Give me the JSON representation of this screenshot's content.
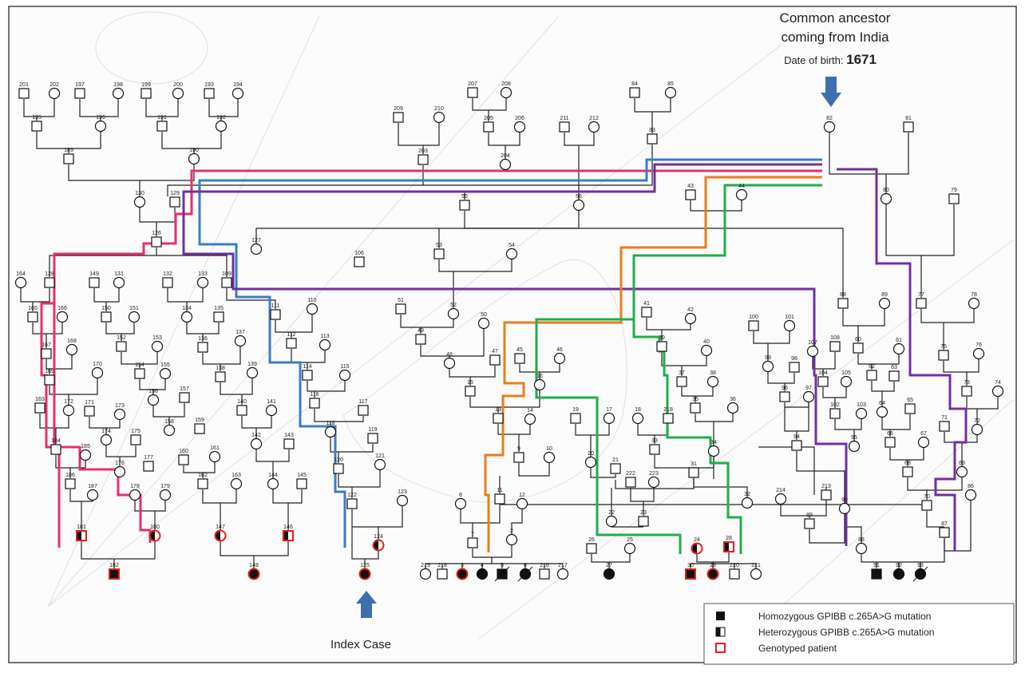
{
  "header": {
    "ancestor_line1": "Common ancestor",
    "ancestor_line2": "coming from India",
    "dob_label": "Date of birth: ",
    "dob_value": "1671"
  },
  "index_case_label": "Index Case",
  "legend": {
    "items": [
      {
        "symbol": "homozygous",
        "label": "Homozygous GPIBB c.265A>G mutation"
      },
      {
        "symbol": "heterozygous",
        "label": "Heterozygous GPIBB c.265A>G mutation"
      },
      {
        "symbol": "genotyped",
        "label": "Genotyped patient"
      }
    ]
  },
  "colors": {
    "blue": "#3a7dc9",
    "purple": "#7030a0",
    "pink": "#e6306e",
    "orange": "#ea7d1a",
    "green": "#1fae4b",
    "arrow": "#3d6fb0",
    "genotyped": "#e0201a"
  },
  "individuals": [
    {
      "id": "201",
      "s": "M"
    },
    {
      "id": "202",
      "s": "F"
    },
    {
      "id": "197",
      "s": "M"
    },
    {
      "id": "198",
      "s": "F"
    },
    {
      "id": "199",
      "s": "M"
    },
    {
      "id": "200",
      "s": "F"
    },
    {
      "id": "193",
      "s": "M"
    },
    {
      "id": "194",
      "s": "F"
    },
    {
      "id": "195",
      "s": "M"
    },
    {
      "id": "196",
      "s": "F"
    },
    {
      "id": "191",
      "s": "M"
    },
    {
      "id": "192",
      "s": "F"
    },
    {
      "id": "189",
      "s": "M"
    },
    {
      "id": "190",
      "s": "F"
    },
    {
      "id": "130",
      "s": "F"
    },
    {
      "id": "129",
      "s": "M"
    },
    {
      "id": "207",
      "s": "M"
    },
    {
      "id": "208",
      "s": "F"
    },
    {
      "id": "209",
      "s": "M"
    },
    {
      "id": "210",
      "s": "F"
    },
    {
      "id": "205",
      "s": "M"
    },
    {
      "id": "206",
      "s": "F"
    },
    {
      "id": "203",
      "s": "M"
    },
    {
      "id": "204",
      "s": "F"
    },
    {
      "id": "211",
      "s": "M"
    },
    {
      "id": "212",
      "s": "F"
    },
    {
      "id": "84",
      "s": "M"
    },
    {
      "id": "85",
      "s": "F"
    },
    {
      "id": "83",
      "s": "M"
    },
    {
      "id": "82",
      "s": "F"
    },
    {
      "id": "81",
      "s": "M"
    },
    {
      "id": "80",
      "s": "F"
    },
    {
      "id": "79",
      "s": "M"
    },
    {
      "id": "43",
      "s": "M"
    },
    {
      "id": "44",
      "s": "F"
    },
    {
      "id": "55",
      "s": "M"
    },
    {
      "id": "56",
      "s": "F"
    },
    {
      "id": "126",
      "s": "M"
    },
    {
      "id": "127",
      "s": "F"
    },
    {
      "id": "53",
      "s": "M"
    },
    {
      "id": "54",
      "s": "F"
    },
    {
      "id": "106",
      "s": "M"
    },
    {
      "id": "164",
      "s": "F"
    },
    {
      "id": "128",
      "s": "M"
    },
    {
      "id": "149",
      "s": "M"
    },
    {
      "id": "131",
      "s": "F"
    },
    {
      "id": "132",
      "s": "M"
    },
    {
      "id": "133",
      "s": "F"
    },
    {
      "id": "109",
      "s": "M"
    },
    {
      "id": "165",
      "s": "M"
    },
    {
      "id": "166",
      "s": "F"
    },
    {
      "id": "150",
      "s": "M"
    },
    {
      "id": "151",
      "s": "F"
    },
    {
      "id": "134",
      "s": "F"
    },
    {
      "id": "135",
      "s": "M"
    },
    {
      "id": "111",
      "s": "M"
    },
    {
      "id": "110",
      "s": "F"
    },
    {
      "id": "51",
      "s": "M"
    },
    {
      "id": "52",
      "s": "F"
    },
    {
      "id": "88",
      "s": "M"
    },
    {
      "id": "89",
      "s": "F"
    },
    {
      "id": "77",
      "s": "M"
    },
    {
      "id": "78",
      "s": "F"
    },
    {
      "id": "41",
      "s": "M"
    },
    {
      "id": "42",
      "s": "F"
    },
    {
      "id": "100",
      "s": "M"
    },
    {
      "id": "101",
      "s": "F"
    },
    {
      "id": "167",
      "s": "M"
    },
    {
      "id": "168",
      "s": "F"
    },
    {
      "id": "152",
      "s": "M"
    },
    {
      "id": "153",
      "s": "F"
    },
    {
      "id": "136",
      "s": "M"
    },
    {
      "id": "137",
      "s": "F"
    },
    {
      "id": "112",
      "s": "M"
    },
    {
      "id": "113",
      "s": "F"
    },
    {
      "id": "49",
      "s": "M"
    },
    {
      "id": "50",
      "s": "F"
    },
    {
      "id": "39",
      "s": "M"
    },
    {
      "id": "40",
      "s": "F"
    },
    {
      "id": "107",
      "s": "F"
    },
    {
      "id": "108",
      "s": "M"
    },
    {
      "id": "60",
      "s": "M"
    },
    {
      "id": "61",
      "s": "F"
    },
    {
      "id": "75",
      "s": "M"
    },
    {
      "id": "76",
      "s": "F"
    },
    {
      "id": "169",
      "s": "M"
    },
    {
      "id": "170",
      "s": "F"
    },
    {
      "id": "154",
      "s": "M"
    },
    {
      "id": "155",
      "s": "F"
    },
    {
      "id": "138",
      "s": "M"
    },
    {
      "id": "139",
      "s": "F"
    },
    {
      "id": "114",
      "s": "M"
    },
    {
      "id": "115",
      "s": "F"
    },
    {
      "id": "48",
      "s": "F"
    },
    {
      "id": "47",
      "s": "M"
    },
    {
      "id": "45",
      "s": "M"
    },
    {
      "id": "46",
      "s": "F"
    },
    {
      "id": "37",
      "s": "M"
    },
    {
      "id": "38",
      "s": "F"
    },
    {
      "id": "99",
      "s": "F"
    },
    {
      "id": "98",
      "s": "M"
    },
    {
      "id": "104",
      "s": "M"
    },
    {
      "id": "105",
      "s": "F"
    },
    {
      "id": "62",
      "s": "M"
    },
    {
      "id": "63",
      "s": "M"
    },
    {
      "id": "73",
      "s": "M"
    },
    {
      "id": "74",
      "s": "F"
    },
    {
      "id": "163",
      "s": "M"
    },
    {
      "id": "172",
      "s": "F"
    },
    {
      "id": "156",
      "s": "F"
    },
    {
      "id": "157",
      "s": "M"
    },
    {
      "id": "140",
      "s": "M"
    },
    {
      "id": "141",
      "s": "F"
    },
    {
      "id": "116",
      "s": "M"
    },
    {
      "id": "117",
      "s": "M"
    },
    {
      "id": "15",
      "s": "M"
    },
    {
      "id": "16",
      "s": "F"
    },
    {
      "id": "35",
      "s": "M"
    },
    {
      "id": "36",
      "s": "F"
    },
    {
      "id": "96",
      "s": "M"
    },
    {
      "id": "97",
      "s": "F"
    },
    {
      "id": "102",
      "s": "M"
    },
    {
      "id": "103",
      "s": "F"
    },
    {
      "id": "64",
      "s": "F"
    },
    {
      "id": "65",
      "s": "M"
    },
    {
      "id": "171",
      "s": "M"
    },
    {
      "id": "173",
      "s": "F"
    },
    {
      "id": "158",
      "s": "F"
    },
    {
      "id": "159",
      "s": "M"
    },
    {
      "id": "13",
      "s": "M"
    },
    {
      "id": "14",
      "s": "F"
    },
    {
      "id": "19",
      "s": "M"
    },
    {
      "id": "17",
      "s": "F"
    },
    {
      "id": "18",
      "s": "F"
    },
    {
      "id": "218",
      "s": "M"
    },
    {
      "id": "71",
      "s": "M"
    },
    {
      "id": "72",
      "s": "F"
    },
    {
      "id": "174",
      "s": "F"
    },
    {
      "id": "175",
      "s": "M"
    },
    {
      "id": "160",
      "s": "M"
    },
    {
      "id": "161",
      "s": "F"
    },
    {
      "id": "142",
      "s": "F"
    },
    {
      "id": "143",
      "s": "M"
    },
    {
      "id": "118",
      "s": "F"
    },
    {
      "id": "119",
      "s": "M"
    },
    {
      "id": "34",
      "s": "F"
    },
    {
      "id": "95",
      "s": "F"
    },
    {
      "id": "94",
      "s": "M"
    },
    {
      "id": "66",
      "s": "M"
    },
    {
      "id": "67",
      "s": "F"
    },
    {
      "id": "184",
      "s": "M"
    },
    {
      "id": "185",
      "s": "F"
    },
    {
      "id": "176",
      "s": "F"
    },
    {
      "id": "177",
      "s": "M"
    },
    {
      "id": "9",
      "s": "M"
    },
    {
      "id": "10",
      "s": "F"
    },
    {
      "id": "20",
      "s": "F"
    },
    {
      "id": "33",
      "s": "M"
    },
    {
      "id": "120",
      "s": "M"
    },
    {
      "id": "121",
      "s": "F"
    },
    {
      "id": "68",
      "s": "M"
    },
    {
      "id": "69",
      "s": "F"
    },
    {
      "id": "186",
      "s": "M"
    },
    {
      "id": "187",
      "s": "F"
    },
    {
      "id": "178",
      "s": "F"
    },
    {
      "id": "179",
      "s": "F"
    },
    {
      "id": "162",
      "s": "M"
    },
    {
      "id": "163b",
      "s": "F"
    },
    {
      "id": "144",
      "s": "F"
    },
    {
      "id": "145",
      "s": "M"
    },
    {
      "id": "122",
      "s": "M"
    },
    {
      "id": "123",
      "s": "F"
    },
    {
      "id": "21",
      "s": "M"
    },
    {
      "id": "222",
      "s": "M"
    },
    {
      "id": "223",
      "s": "F"
    },
    {
      "id": "31",
      "s": "M"
    },
    {
      "id": "32",
      "s": "F"
    },
    {
      "id": "214",
      "s": "F"
    },
    {
      "id": "213",
      "s": "M"
    },
    {
      "id": "70",
      "s": "M"
    },
    {
      "id": "86",
      "s": "F"
    },
    {
      "id": "8",
      "s": "F"
    },
    {
      "id": "11",
      "s": "M"
    },
    {
      "id": "12",
      "s": "F"
    },
    {
      "id": "22",
      "s": "F"
    },
    {
      "id": "23",
      "s": "M"
    },
    {
      "id": "90",
      "s": "F"
    },
    {
      "id": "89b",
      "s": "M"
    },
    {
      "id": "87",
      "s": "M"
    },
    {
      "id": "7",
      "s": "M"
    },
    {
      "id": "2",
      "s": "F"
    },
    {
      "id": "26",
      "s": "M"
    },
    {
      "id": "25",
      "s": "F"
    },
    {
      "id": "181",
      "s": "M",
      "st": "het",
      "g": 1
    },
    {
      "id": "180",
      "s": "F",
      "st": "het",
      "g": 1
    },
    {
      "id": "147",
      "s": "F",
      "st": "het",
      "g": 1
    },
    {
      "id": "146",
      "s": "M",
      "st": "het",
      "g": 1
    },
    {
      "id": "124",
      "s": "F",
      "st": "het",
      "g": 1
    },
    {
      "id": "24",
      "s": "F",
      "st": "het",
      "g": 1
    },
    {
      "id": "28",
      "s": "M",
      "st": "het",
      "g": 1
    },
    {
      "id": "88b",
      "s": "F"
    },
    {
      "id": "182",
      "s": "M",
      "st": "hom",
      "g": 1
    },
    {
      "id": "148",
      "s": "F",
      "st": "hom",
      "g": 1
    },
    {
      "id": "125",
      "s": "F",
      "st": "hom",
      "g": 1
    },
    {
      "id": "219",
      "s": "F"
    },
    {
      "id": "218b",
      "s": "M"
    },
    {
      "id": "3",
      "s": "F",
      "st": "hom",
      "g": 1
    },
    {
      "id": "4",
      "s": "F",
      "st": "hom"
    },
    {
      "id": "5",
      "s": "M",
      "st": "hom",
      "d": 1
    },
    {
      "id": "6",
      "s": "F",
      "st": "hom",
      "d": 1
    },
    {
      "id": "216",
      "s": "M"
    },
    {
      "id": "217",
      "s": "F"
    },
    {
      "id": "27",
      "s": "F",
      "st": "hom"
    },
    {
      "id": "30",
      "s": "M",
      "st": "hom",
      "g": 1
    },
    {
      "id": "29",
      "s": "F",
      "st": "hom",
      "g": 1
    },
    {
      "id": "220",
      "s": "M"
    },
    {
      "id": "221",
      "s": "F"
    },
    {
      "id": "91",
      "s": "M",
      "st": "hom"
    },
    {
      "id": "92",
      "s": "F",
      "st": "hom"
    },
    {
      "id": "93",
      "s": "F",
      "st": "hom",
      "d": 1
    }
  ]
}
